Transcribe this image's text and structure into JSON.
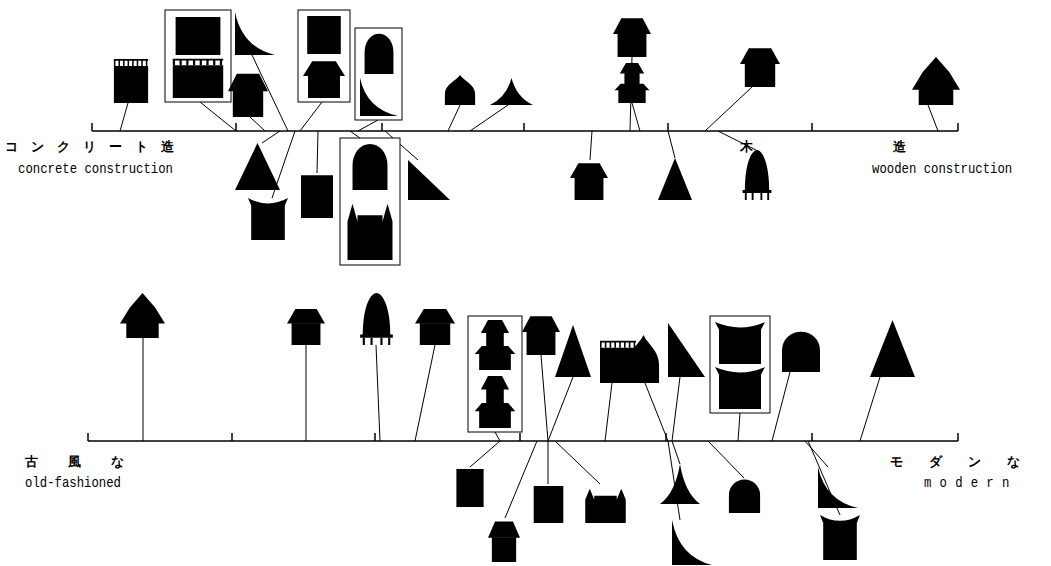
{
  "diagram": {
    "labels": [
      "コンクリート造",
      "concrete construction",
      "木造",
      "wooden construction",
      "古風な",
      "old-fashioned",
      "モダンな",
      "modern"
    ]
  }
}
